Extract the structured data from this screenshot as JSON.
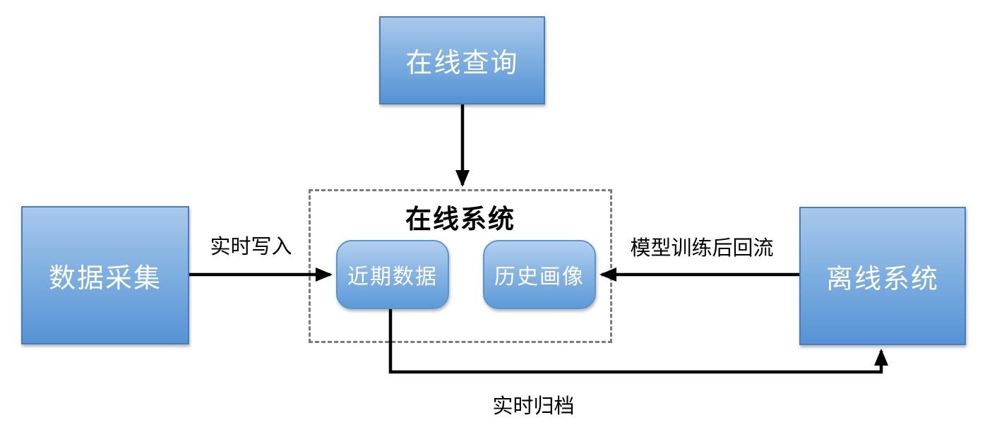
{
  "diagram": {
    "nodes": {
      "online_query": "在线查询",
      "data_collection": "数据采集",
      "offline_system": "离线系统",
      "recent_data": "近期数据",
      "history_profile": "历史画像"
    },
    "group": {
      "label": "在线系统"
    },
    "edge_labels": {
      "realtime_write": "实时写入",
      "model_backflow": "模型训练后回流",
      "realtime_archive": "实时归档"
    },
    "colors": {
      "node_fill_top": "#a9c8ec",
      "node_fill_bottom": "#5593d6",
      "node_border": "#4a7ebb",
      "node_text": "#ffffff",
      "group_dashed_border": "#7b7b7b",
      "arrow": "#000000",
      "label_text": "#000000",
      "background": "#ffffff"
    }
  }
}
